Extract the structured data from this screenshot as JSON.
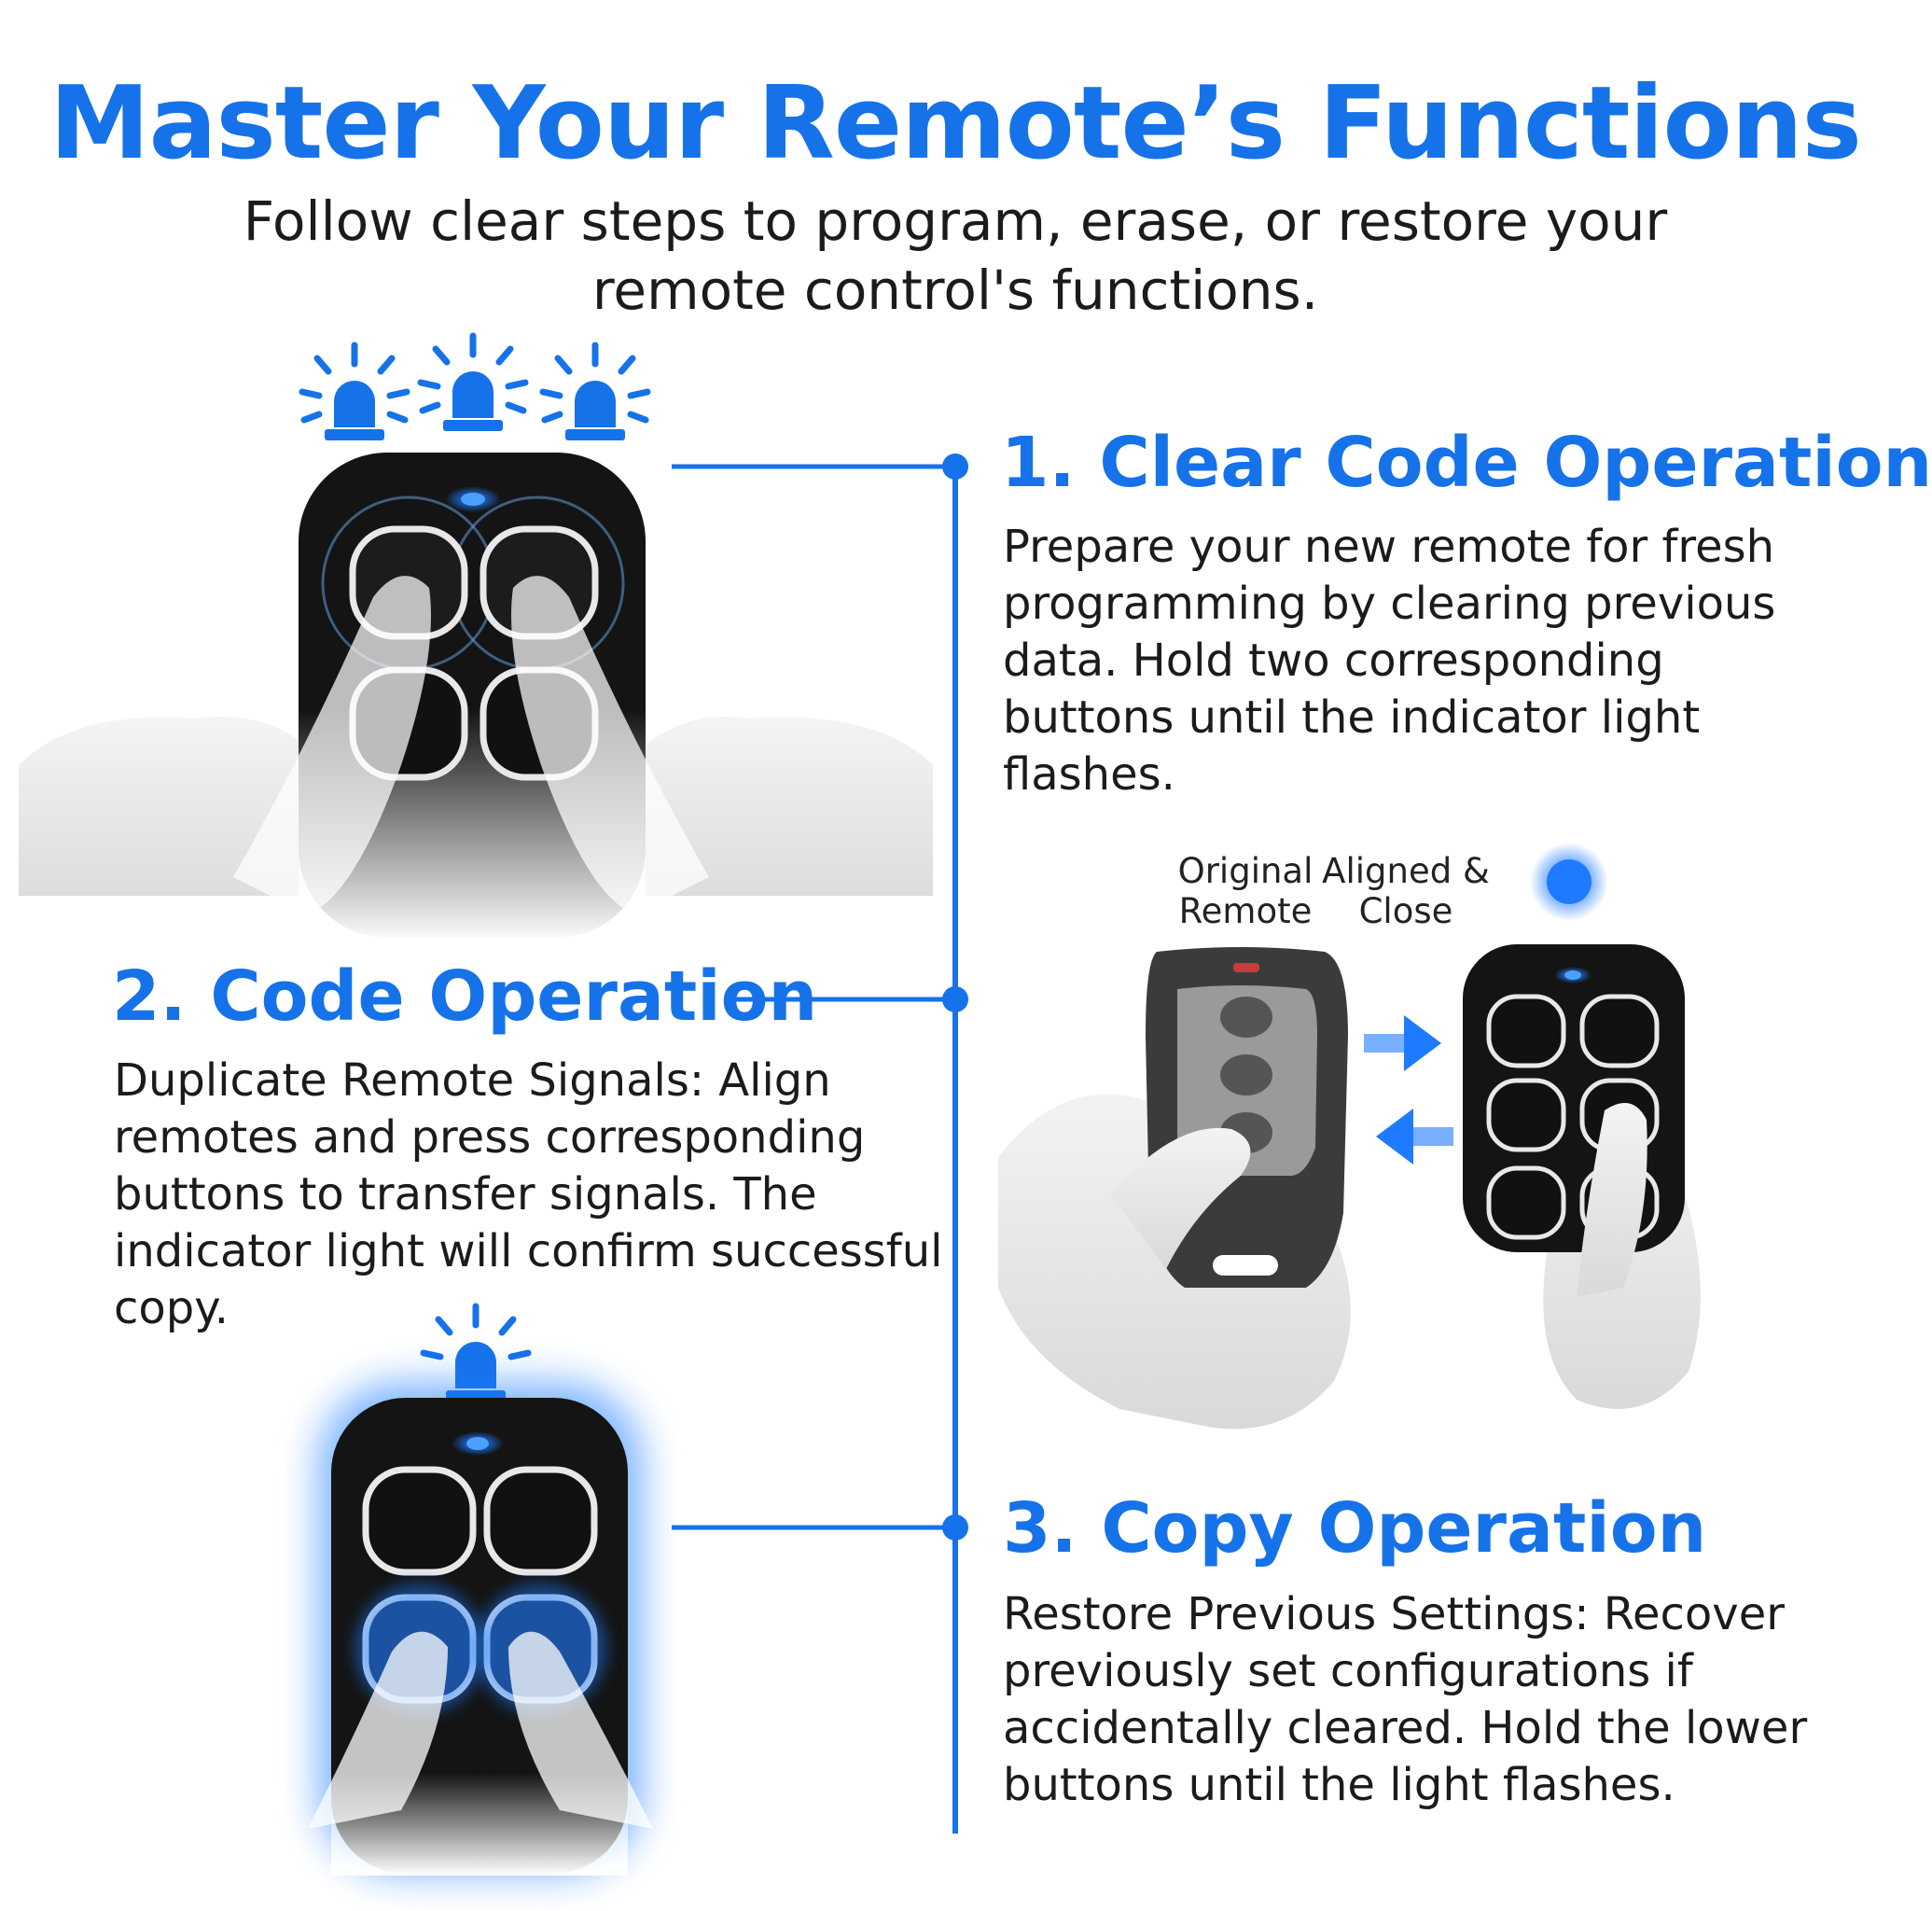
{
  "header": {
    "title": "Master Your Remote’s Functions",
    "subtitle": "Follow clear steps to program, erase, or restore your remote control's functions."
  },
  "steps": [
    {
      "title": "1. Clear Code Operation",
      "body": "Prepare your new remote for fresh programming by clearing previous data. Hold two corresponding buttons until the indicator light flashes."
    },
    {
      "title": "2. Code Operation",
      "body": "Duplicate Remote Signals: Align remotes and press corresponding buttons to transfer signals. The indicator light will confirm successful copy."
    },
    {
      "title": "3. Copy Operation",
      "body": "Restore Previous Settings: Recover previously set configurations if accidentally cleared. Hold the lower buttons until the light flashes."
    }
  ],
  "illustration_labels": {
    "original_remote": "Original Remote",
    "aligned_close": "Aligned & Close"
  },
  "colors": {
    "accent": "#1672e8",
    "remote_body": "#141414",
    "button_outline": "#e8e8e8",
    "indicator": "#1e7bff"
  },
  "icons": [
    "alarm-light-icon",
    "arrow-right-icon",
    "arrow-left-icon",
    "indicator-dot-icon"
  ]
}
